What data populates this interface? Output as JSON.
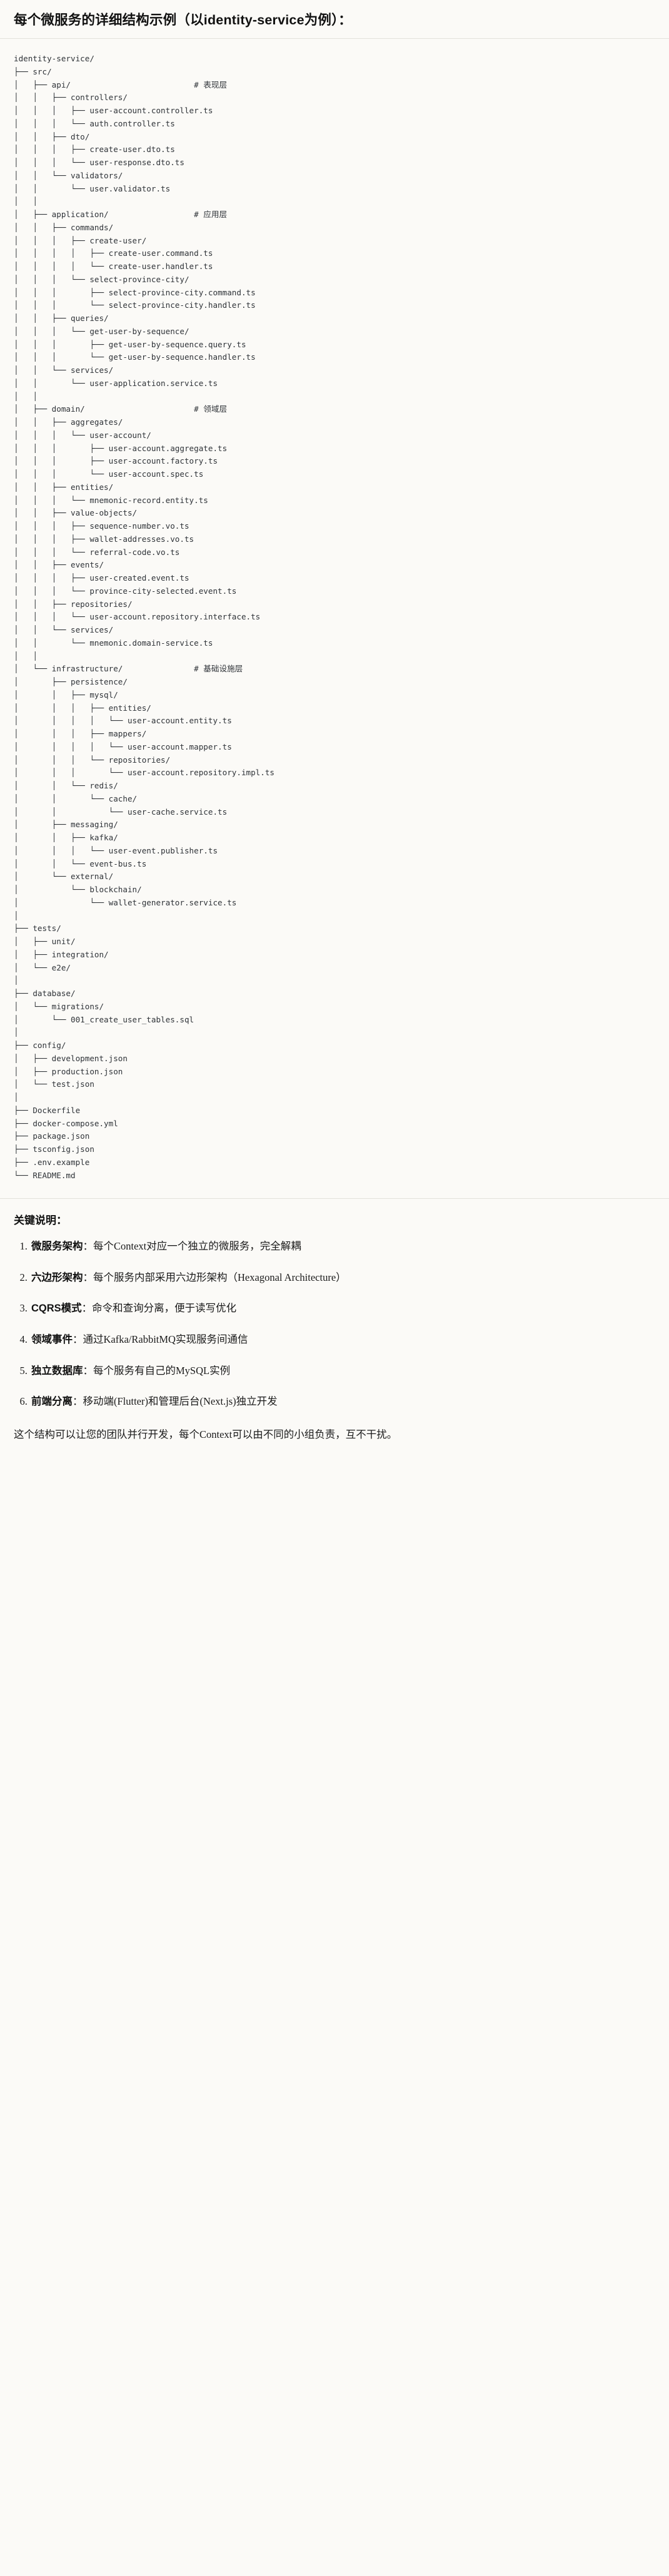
{
  "document": {
    "title": "每个微服务的详细结构示例（以identity-service为例）："
  },
  "tree": {
    "root_label": "identity-service/",
    "text": "identity-service/\n├── src/\n│   ├── api/                          # 表现层\n│   │   ├── controllers/\n│   │   │   ├── user-account.controller.ts\n│   │   │   └── auth.controller.ts\n│   │   ├── dto/\n│   │   │   ├── create-user.dto.ts\n│   │   │   └── user-response.dto.ts\n│   │   └── validators/\n│   │       └── user.validator.ts\n│   │\n│   ├── application/                  # 应用层\n│   │   ├── commands/\n│   │   │   ├── create-user/\n│   │   │   │   ├── create-user.command.ts\n│   │   │   │   └── create-user.handler.ts\n│   │   │   └── select-province-city/\n│   │   │       ├── select-province-city.command.ts\n│   │   │       └── select-province-city.handler.ts\n│   │   ├── queries/\n│   │   │   └── get-user-by-sequence/\n│   │   │       ├── get-user-by-sequence.query.ts\n│   │   │       └── get-user-by-sequence.handler.ts\n│   │   └── services/\n│   │       └── user-application.service.ts\n│   │\n│   ├── domain/                       # 领域层\n│   │   ├── aggregates/\n│   │   │   └── user-account/\n│   │   │       ├── user-account.aggregate.ts\n│   │   │       ├── user-account.factory.ts\n│   │   │       └── user-account.spec.ts\n│   │   ├── entities/\n│   │   │   └── mnemonic-record.entity.ts\n│   │   ├── value-objects/\n│   │   │   ├── sequence-number.vo.ts\n│   │   │   ├── wallet-addresses.vo.ts\n│   │   │   └── referral-code.vo.ts\n│   │   ├── events/\n│   │   │   ├── user-created.event.ts\n│   │   │   └── province-city-selected.event.ts\n│   │   ├── repositories/\n│   │   │   └── user-account.repository.interface.ts\n│   │   └── services/\n│   │       └── mnemonic.domain-service.ts\n│   │\n│   └── infrastructure/               # 基础设施层\n│       ├── persistence/\n│       │   ├── mysql/\n│       │   │   ├── entities/\n│       │   │   │   └── user-account.entity.ts\n│       │   │   ├── mappers/\n│       │   │   │   └── user-account.mapper.ts\n│       │   │   └── repositories/\n│       │   │       └── user-account.repository.impl.ts\n│       │   └── redis/\n│       │       └── cache/\n│       │           └── user-cache.service.ts\n│       ├── messaging/\n│       │   ├── kafka/\n│       │   │   └── user-event.publisher.ts\n│       │   └── event-bus.ts\n│       └── external/\n│           └── blockchain/\n│               └── wallet-generator.service.ts\n│\n├── tests/\n│   ├── unit/\n│   ├── integration/\n│   └── e2e/\n│\n├── database/\n│   └── migrations/\n│       └── 001_create_user_tables.sql\n│\n├── config/\n│   ├── development.json\n│   ├── production.json\n│   └── test.json\n│\n├── Dockerfile\n├── docker-compose.yml\n├── package.json\n├── tsconfig.json\n├── .env.example\n└── README.md"
  },
  "keypoints": {
    "heading": "关键说明：",
    "items": [
      {
        "term": "微服务架构",
        "sep": "：",
        "desc": "每个Context对应一个独立的微服务，完全解耦"
      },
      {
        "term": "六边形架构",
        "sep": "：",
        "desc": "每个服务内部采用六边形架构（Hexagonal Architecture）"
      },
      {
        "term": "CQRS模式",
        "sep": "：",
        "desc": "命令和查询分离，便于读写优化"
      },
      {
        "term": "领域事件",
        "sep": "：",
        "desc": "通过Kafka/RabbitMQ实现服务间通信"
      },
      {
        "term": "独立数据库",
        "sep": "：",
        "desc": "每个服务有自己的MySQL实例"
      },
      {
        "term": "前端分离",
        "sep": "：",
        "desc": "移动端(Flutter)和管理后台(Next.js)独立开发"
      }
    ],
    "closing": "这个结构可以让您的团队并行开发，每个Context可以由不同的小组负责，互不干扰。"
  },
  "colors": {
    "page_background": "#fbfaf7",
    "code_text": "#2f3338",
    "heading_text": "#111111",
    "rule": "#e3e1dc"
  }
}
